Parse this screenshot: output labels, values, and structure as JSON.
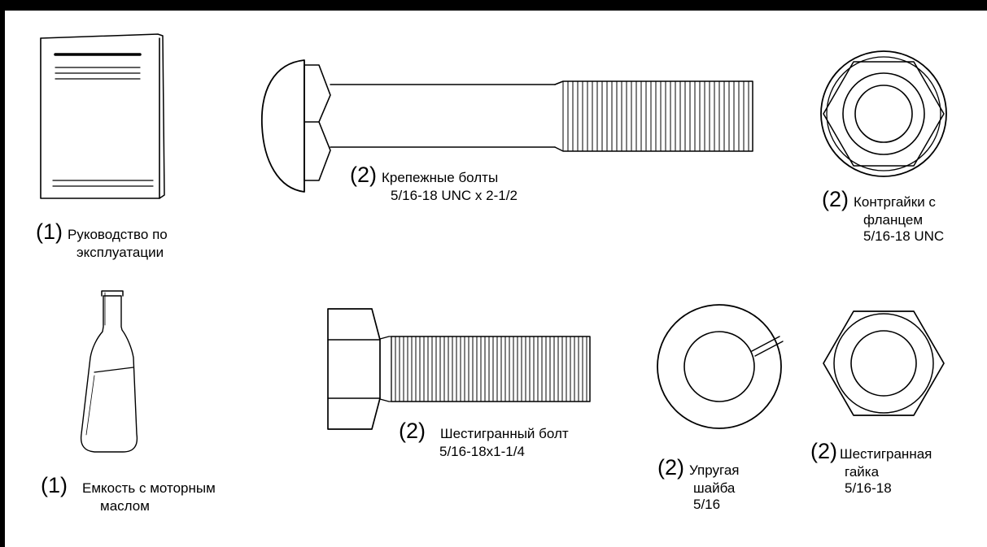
{
  "items": [
    {
      "qty": "(1)",
      "name": "Руководство по",
      "desc": "эксплуатации"
    },
    {
      "qty": "(2)",
      "name": "Крепежные болты",
      "desc": "5/16-18 UNC x 2-1/2"
    },
    {
      "qty": "(2)",
      "name": "Контргайки с",
      "desc": "фланцем",
      "desc2": "5/16-18 UNC"
    },
    {
      "qty": "(1)",
      "name": "Емкость с моторным",
      "desc": "маслом"
    },
    {
      "qty": "(2)",
      "name": "Шестигранный болт",
      "desc": "5/16-18x1-1/4"
    },
    {
      "qty": "(2)",
      "name": "Упругая",
      "desc": "шайба",
      "desc2": "5/16"
    },
    {
      "qty": "(2)",
      "name": "Шестигранная",
      "desc": "гайка",
      "desc2": "5/16-18"
    }
  ],
  "colors": {
    "line": "#000000",
    "background": "#ffffff"
  }
}
